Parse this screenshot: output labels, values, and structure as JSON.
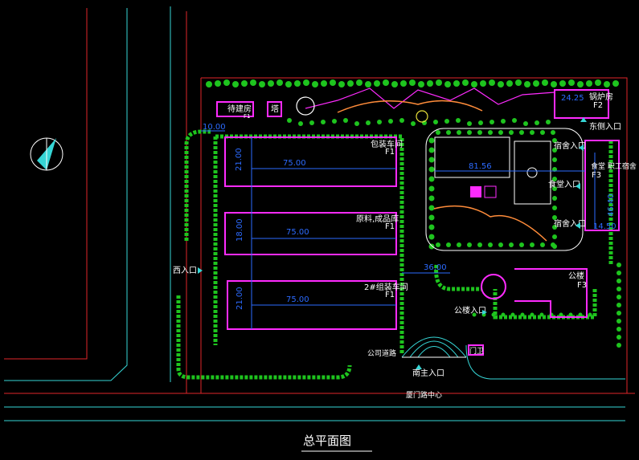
{
  "title": "总平面图",
  "colors": {
    "background": "#000000",
    "road_red": "#e0262a",
    "road_cyan": "#36d6d6",
    "building_magenta": "#ff2bff",
    "dimension_blue": "#2c6bff",
    "greenery": "#1ec41e",
    "label": "#ffffff"
  },
  "buildings": {
    "guard_room": {
      "name": "待建房",
      "floor": "F1"
    },
    "tower": {
      "name": "塔"
    },
    "boiler_room": {
      "name": "锅炉房",
      "floor": "F2",
      "dim": "24.25"
    },
    "workshop_packaging": {
      "name": "包装车间",
      "floor": "F1",
      "width": "75.00",
      "depth": "21.00"
    },
    "warehouse": {
      "name": "原料,成品库",
      "floor": "F1",
      "width": "75.00",
      "depth": "18.00"
    },
    "workshop_2": {
      "name": "2#组装车间",
      "floor": "F1",
      "width": "75.00",
      "depth": "21.00"
    },
    "canteen": {
      "width": "81.56"
    },
    "dormitory": {
      "name": "食堂 职工宿舍",
      "floor": "F3",
      "depth": "46.40",
      "width": "14.50"
    },
    "office": {
      "name": "公楼",
      "floor": "F3"
    },
    "gate_room": {
      "name": "门卫"
    }
  },
  "entrances": {
    "north_east": "东侧入口",
    "dorm_1": "宿舍入口",
    "canteen": "食堂入口",
    "dorm_2": "宿舍入口",
    "west": "西入口",
    "office": "公楼入口",
    "south_main": "南主入口"
  },
  "dimensions": {
    "setback_top": "10.00",
    "spacing_mid": "36.00"
  },
  "roads": {
    "company_road": "公司道路",
    "south_road": "厦门路中心"
  }
}
